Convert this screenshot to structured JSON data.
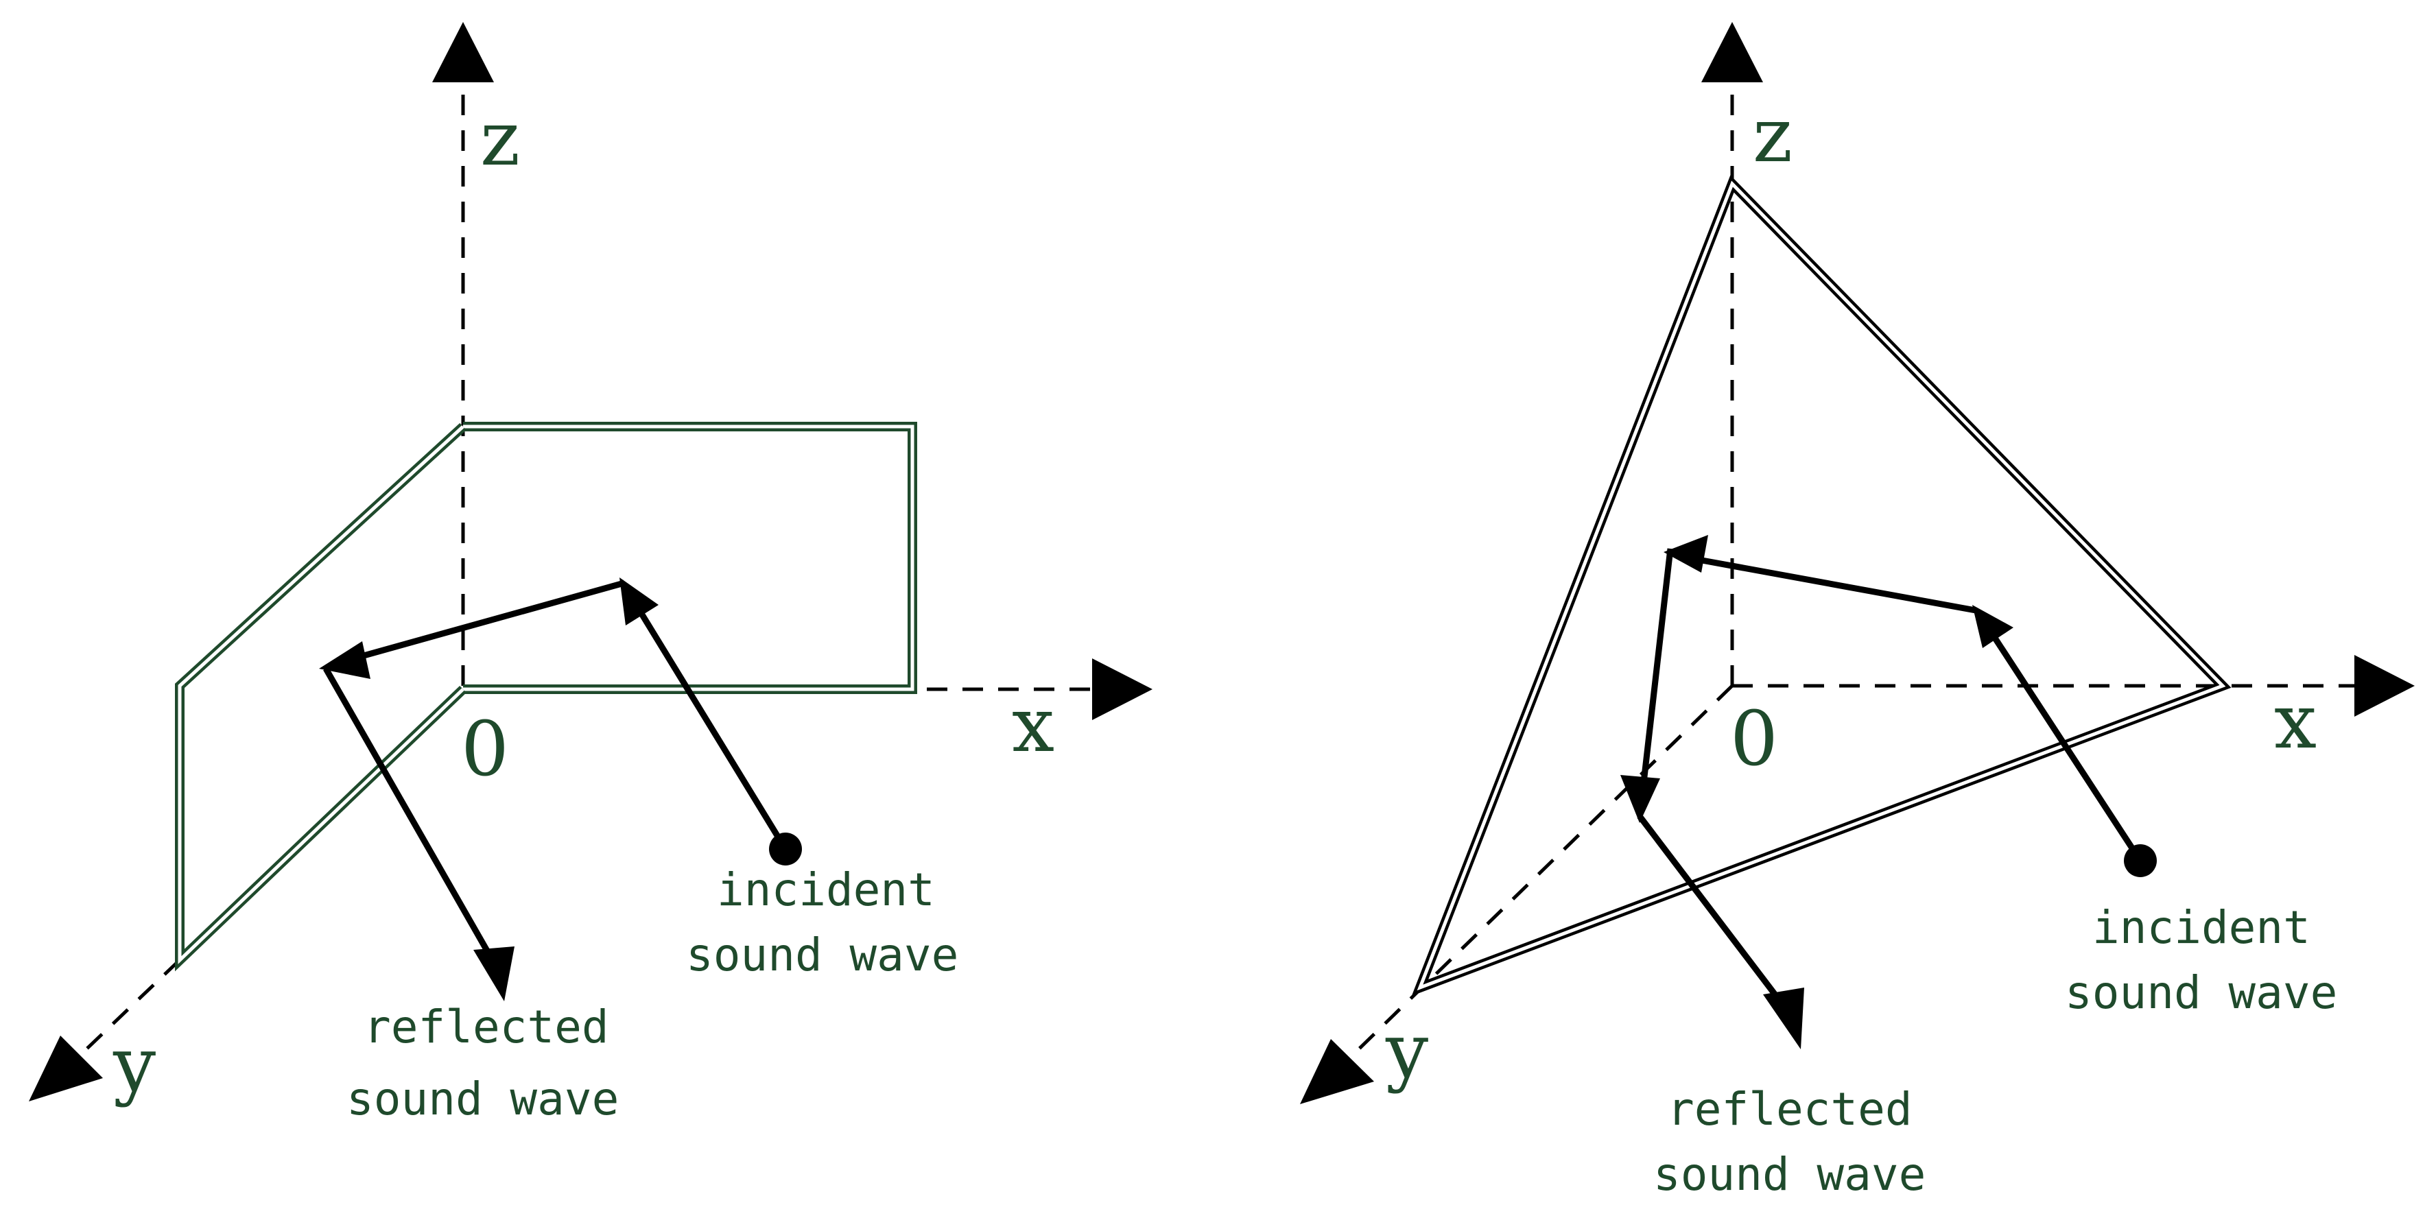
{
  "panels": [
    {
      "axes": {
        "x": "x",
        "y": "y",
        "z": "z",
        "origin": "0"
      },
      "incident_label": [
        "incident",
        "sound wave"
      ],
      "reflected_label": [
        "reflected",
        "sound wave"
      ]
    },
    {
      "axes": {
        "x": "x",
        "y": "y",
        "z": "z",
        "origin": "0"
      },
      "incident_label": [
        "incident",
        "sound wave"
      ],
      "reflected_label": [
        "reflected",
        "sound wave"
      ]
    }
  ],
  "colors": {
    "label": "#1f4a2c",
    "wall_left": "#1f4a2c",
    "wall_right": "#000000",
    "ray": "#000000"
  }
}
